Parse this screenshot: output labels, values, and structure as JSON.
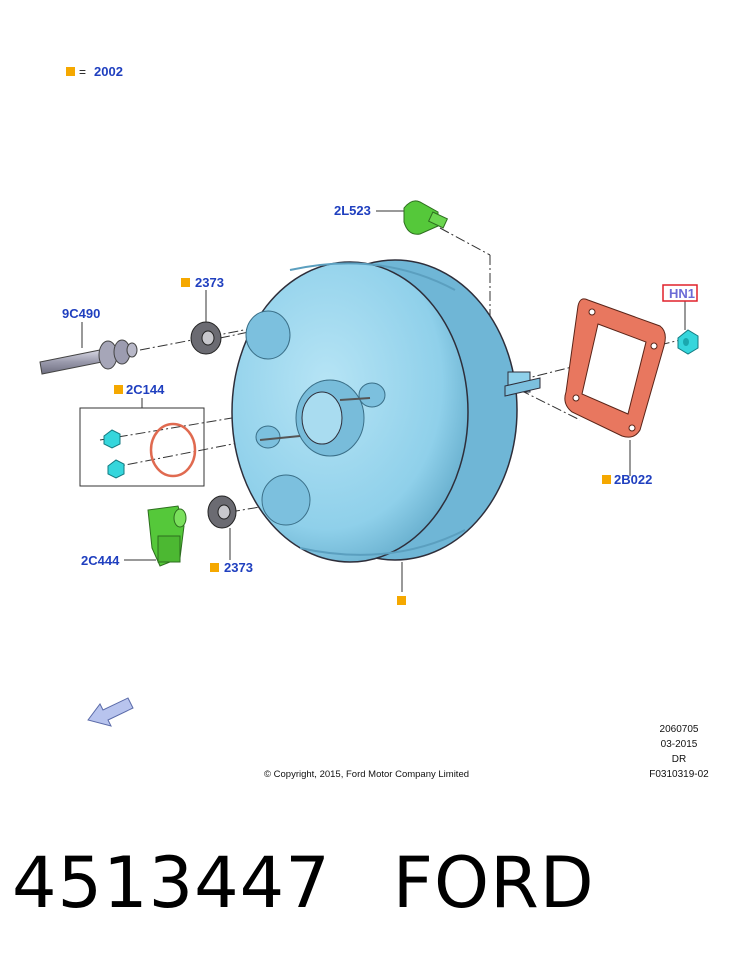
{
  "legend": {
    "equals": "=",
    "code": "2002"
  },
  "callouts": {
    "bolt": "2L523",
    "washer_upper": "2373",
    "hose": "9C490",
    "kit": "2C144",
    "hex_nut": "HN1",
    "gasket": "2B022",
    "connector": "2C444",
    "washer_lower": "2373"
  },
  "info": {
    "code": "2060705",
    "date": "03-2015",
    "region": "DR",
    "figure": "F0310319-02"
  },
  "copyright": "© Copyright, 2015, Ford Motor Company Limited",
  "part_number": "4513447",
  "brand": "FORD",
  "colors": {
    "label_blue": "#1f3fbf",
    "marker_orange": "#f5a800",
    "booster_blue": "#8fd0ea",
    "gasket_red": "#e8775f",
    "part_green": "#55c83a",
    "nut_cyan": "#35d6dc",
    "hn_box_red": "#e0202a"
  }
}
